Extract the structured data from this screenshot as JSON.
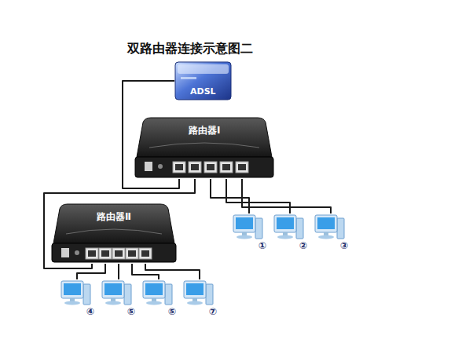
{
  "diagram": {
    "title": "双路由器连接示意图二",
    "nodes": [
      {
        "text": [
          "ADSL"
        ]
      },
      {
        "text": [
          "路由器Ⅰ"
        ]
      },
      {
        "text": [
          "路由器Ⅱ"
        ]
      },
      {
        "text": [
          "①"
        ]
      },
      {
        "text": [
          "②"
        ]
      },
      {
        "text": [
          "③"
        ]
      },
      {
        "text": [
          "④"
        ]
      },
      {
        "text": [
          "⑤"
        ]
      },
      {
        "text": [
          "⑤"
        ]
      },
      {
        "text": [
          "⑦"
        ]
      }
    ],
    "edges": [
      {
        "from": 0,
        "to": 1,
        "arrow": "none"
      },
      {
        "from": 1,
        "to": 2,
        "arrow": "none"
      },
      {
        "from": 1,
        "to": 3,
        "arrow": "none"
      },
      {
        "from": 1,
        "to": 4,
        "arrow": "none"
      },
      {
        "from": 1,
        "to": 5,
        "arrow": "none"
      },
      {
        "from": 2,
        "to": 6,
        "arrow": "none"
      },
      {
        "from": 2,
        "to": 7,
        "arrow": "none"
      },
      {
        "from": 2,
        "to": 8,
        "arrow": "none"
      },
      {
        "from": 2,
        "to": 9,
        "arrow": "none"
      }
    ]
  }
}
